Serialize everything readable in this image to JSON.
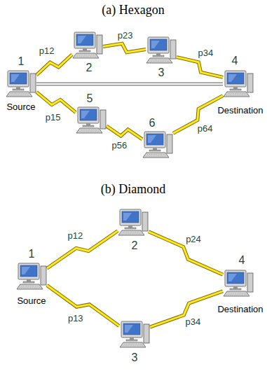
{
  "diagram": {
    "nodes": [
      {
        "text": [
          "1",
          "Source"
        ]
      },
      {
        "text": [
          "2"
        ]
      },
      {
        "text": [
          "3"
        ]
      },
      {
        "text": [
          "4",
          "Destination"
        ]
      },
      {
        "text": [
          "5"
        ]
      },
      {
        "text": [
          "6"
        ]
      },
      {
        "text": [
          "1",
          "Source"
        ]
      },
      {
        "text": [
          "2"
        ]
      },
      {
        "text": [
          "3"
        ]
      },
      {
        "text": [
          "4",
          "Destination"
        ]
      }
    ],
    "edges": [
      {
        "from": 0,
        "to": 1,
        "label": "p12",
        "arrow": "none"
      },
      {
        "from": 1,
        "to": 2,
        "label": "p23",
        "arrow": "none"
      },
      {
        "from": 2,
        "to": 3,
        "label": "p34",
        "arrow": "none"
      },
      {
        "from": 0,
        "to": 4,
        "label": "p15",
        "arrow": "none"
      },
      {
        "from": 4,
        "to": 5,
        "label": "p56",
        "arrow": "none"
      },
      {
        "from": 5,
        "to": 3,
        "label": "p64",
        "arrow": "none"
      },
      {
        "from": 0,
        "to": 3,
        "arrow": "none"
      },
      {
        "from": 6,
        "to": 7,
        "label": "p12",
        "arrow": "none"
      },
      {
        "from": 7,
        "to": 9,
        "label": "p24",
        "arrow": "none"
      },
      {
        "from": 6,
        "to": 8,
        "label": "p13",
        "arrow": "none"
      },
      {
        "from": 8,
        "to": 9,
        "label": "p34",
        "arrow": "none"
      }
    ],
    "labels": [
      "(a) Hexagon",
      "(b) Diamond"
    ]
  }
}
